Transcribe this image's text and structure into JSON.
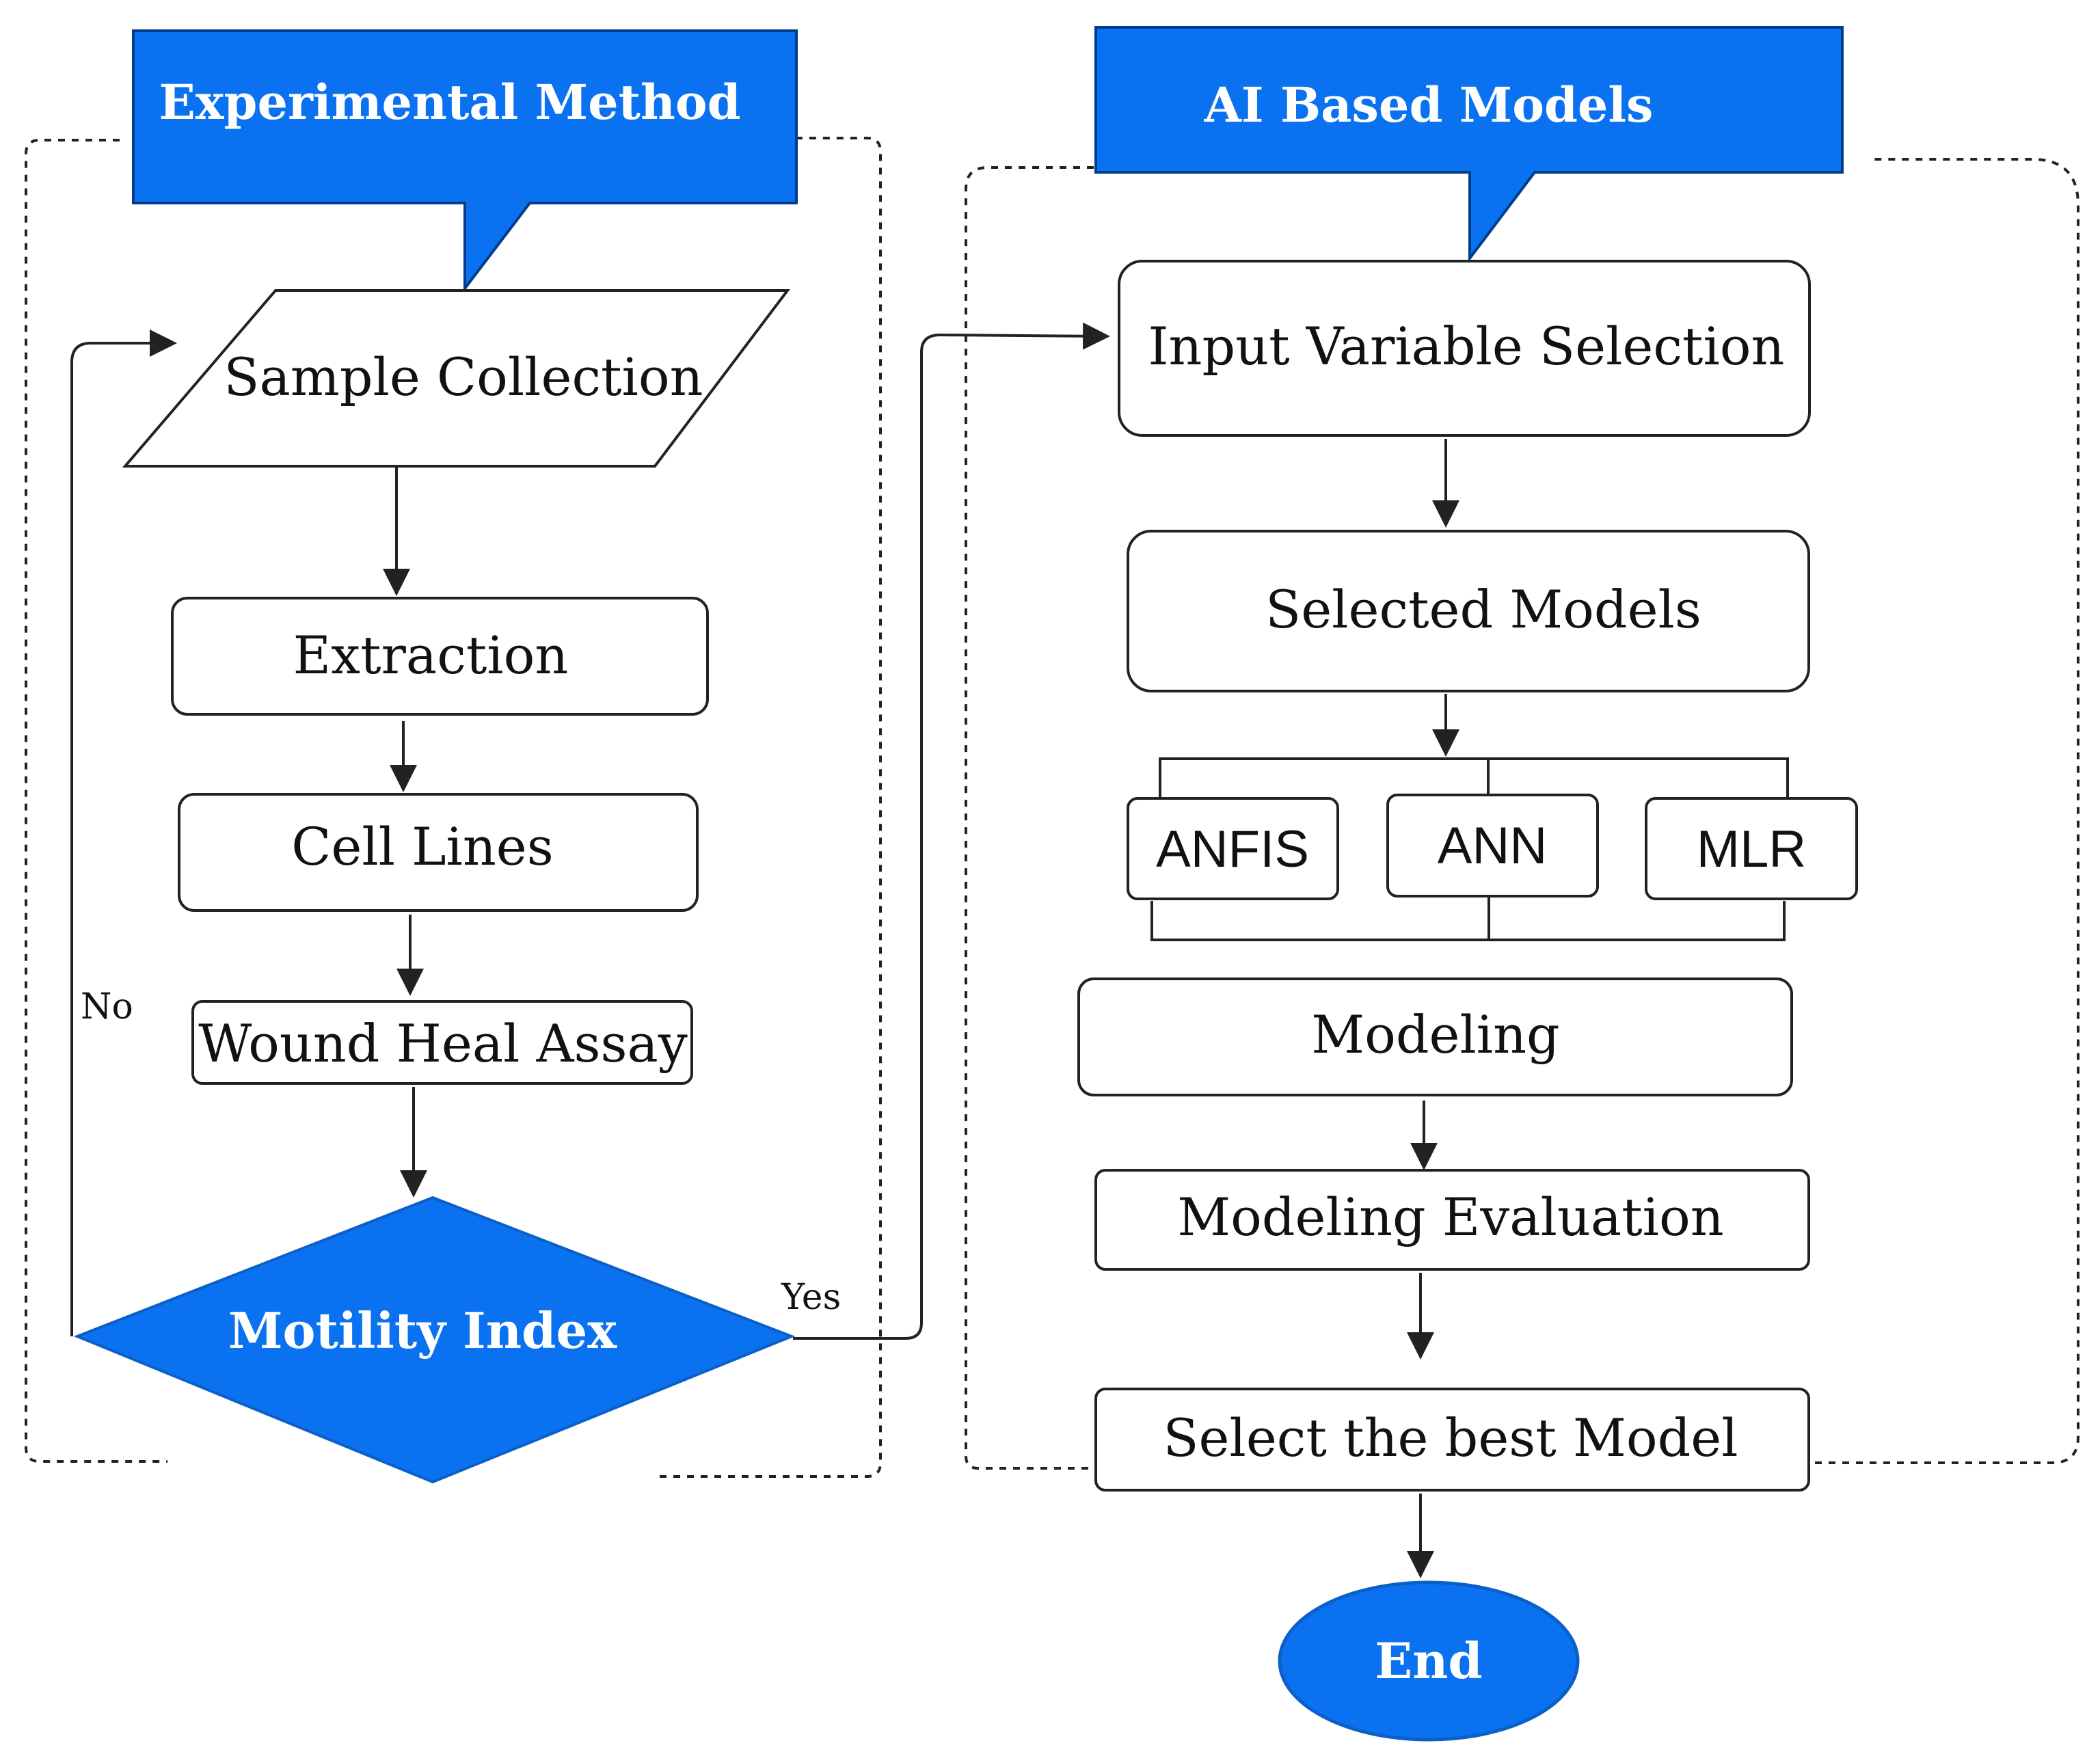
{
  "colors": {
    "accent_blue": "#0a72f0",
    "stroke": "#222222",
    "background": "#ffffff"
  },
  "left_panel": {
    "title": "Experimental Method",
    "nodes": {
      "sample_collection": "Sample Collection",
      "extraction": "Extraction",
      "cell_lines": "Cell Lines",
      "wound_heal_assay": "Wound Heal Assay",
      "motility_index": "Motility Index"
    },
    "edge_labels": {
      "no": "No",
      "yes": "Yes"
    }
  },
  "right_panel": {
    "title": "AI Based Models",
    "nodes": {
      "input_variable_selection": "Input Variable Selection",
      "selected_models": "Selected Models",
      "anfis": "ANFIS",
      "ann": "ANN",
      "mlr": "MLR",
      "modeling": "Modeling",
      "modeling_evaluation": "Modeling Evaluation",
      "select_best_model": "Select the best Model",
      "end": "End"
    }
  }
}
